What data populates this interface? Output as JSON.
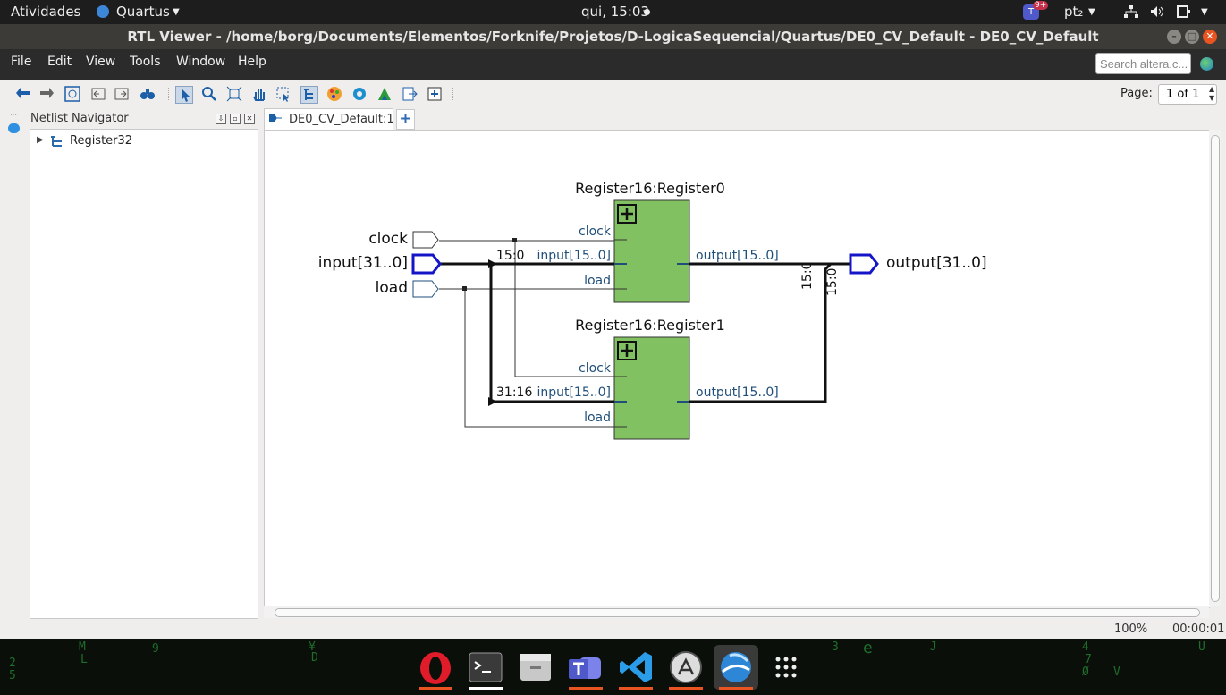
{
  "topbar": {
    "activities": "Atividades",
    "app_menu": "Quartus",
    "clock": "qui, 15:03",
    "notification_count": "9+",
    "keyboard_layout": "pt₂"
  },
  "window": {
    "title": "RTL Viewer - /home/borg/Documents/Elementos/Forknife/Projetos/D-LogicaSequencial/Quartus/DE0_CV_Default - DE0_CV_Default"
  },
  "menubar": {
    "items": [
      "File",
      "Edit",
      "View",
      "Tools",
      "Window",
      "Help"
    ],
    "search_placeholder": "Search altera.c..."
  },
  "toolbar": {
    "page_label": "Page:",
    "page_value": "1 of 1"
  },
  "navigator": {
    "title": "Netlist Navigator",
    "tree_root": "Register32"
  },
  "tab": {
    "label": "DE0_CV_Default:1",
    "add_label": "+"
  },
  "schematic": {
    "inputs": [
      "clock",
      "input[31..0]",
      "load"
    ],
    "output": "output[31..0]",
    "blocks": [
      {
        "title": "Register16:Register0",
        "ports": {
          "clock": "clock",
          "input": "input[15..0]",
          "load": "load",
          "output": "output[15..0]"
        }
      },
      {
        "title": "Register16:Register1",
        "ports": {
          "clock": "clock",
          "input": "input[15..0]",
          "load": "load",
          "output": "output[15..0]"
        }
      }
    ],
    "bus_labels": {
      "in_low": "15:0",
      "in_high": "31:16",
      "out_a": "15:0",
      "out_b": "15:0"
    }
  },
  "status": {
    "zoom": "100%",
    "elapsed": "00:00:01"
  },
  "colors": {
    "topbar": "#1d1d1d",
    "titlebar": "#3c3b37",
    "menubar": "#2b2b2b",
    "block_fill": "#82c162",
    "port_text": "#1f4e79",
    "bus_port": "#1515c8",
    "accent": "#e95420"
  },
  "icons": {
    "toolbar": [
      "back-icon",
      "forward-icon",
      "refresh-icon",
      "align-left-icon",
      "align-right-icon",
      "binoculars-icon",
      "select-pointer-icon",
      "zoom-icon",
      "fit-icon",
      "hand-icon",
      "selection-icon",
      "hierarchy-icon",
      "color-icon",
      "settings-icon",
      "triangle-icon",
      "export-icon",
      "print-icon"
    ],
    "dock": [
      "opera-icon",
      "terminal-icon",
      "files-icon",
      "teams-icon",
      "vscode-icon",
      "software-updater-icon",
      "quartus-icon",
      "app-grid-icon"
    ]
  }
}
